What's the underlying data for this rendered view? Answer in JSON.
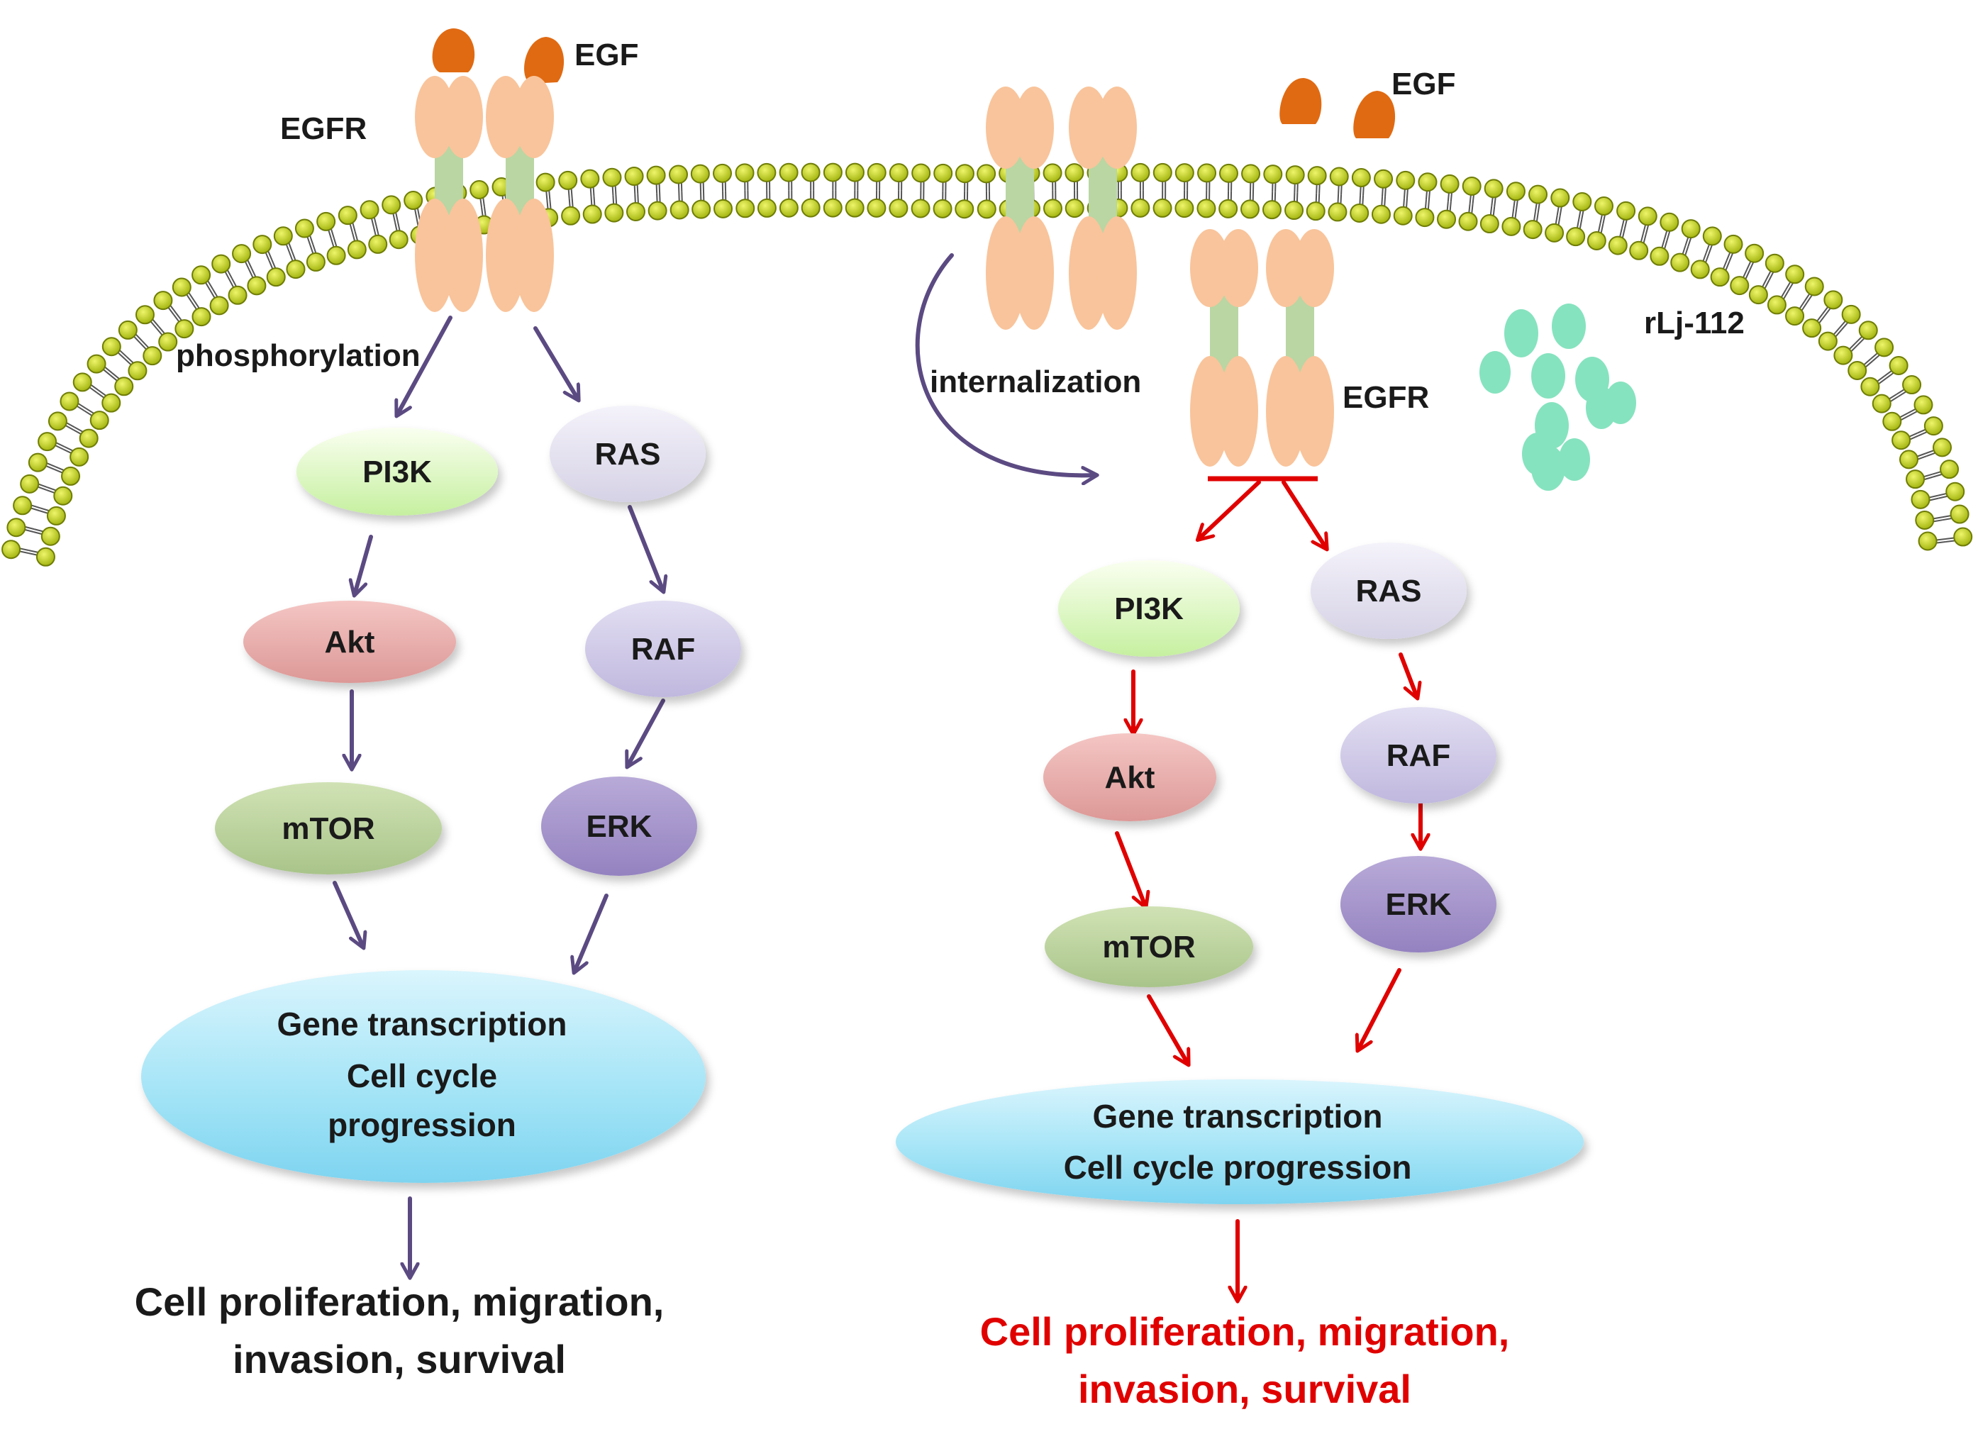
{
  "left_panel": {
    "egf_label": "EGF",
    "egfr_label": "EGFR",
    "phosphorylation_label": "phosphorylation",
    "nodes": {
      "pi3k": "PI3K",
      "akt": "Akt",
      "mtor": "mTOR",
      "ras": "RAS",
      "raf": "RAF",
      "erk": "ERK"
    },
    "nucleus_lines": [
      "Gene transcription",
      "Cell cycle",
      "progression"
    ],
    "outcome_lines": [
      "Cell proliferation, migration,",
      "invasion, survival"
    ]
  },
  "right_panel": {
    "egf_label": "EGF",
    "egfr_label": "EGFR",
    "internalization_label": "internalization",
    "drug_label": "rLj-112",
    "nodes": {
      "pi3k": "PI3K",
      "akt": "Akt",
      "mtor": "mTOR",
      "ras": "RAS",
      "raf": "RAF",
      "erk": "ERK"
    },
    "nucleus_lines": [
      "Gene transcription",
      "Cell cycle progression"
    ],
    "outcome_lines": [
      "Cell proliferation, migration,",
      "invasion, survival"
    ]
  },
  "colors": {
    "membrane_head": "#b4c80e",
    "membrane_head_edge": "#6f7d05",
    "receptor": "#f9c49b",
    "receptor_tm": "#b9d6a3",
    "egf": "#e06a12",
    "drug": "#86e3bf",
    "arrow_normal": "#5b4a82",
    "arrow_inhibited": "#e00000",
    "outcome_inhibited_text": "#e00000"
  }
}
